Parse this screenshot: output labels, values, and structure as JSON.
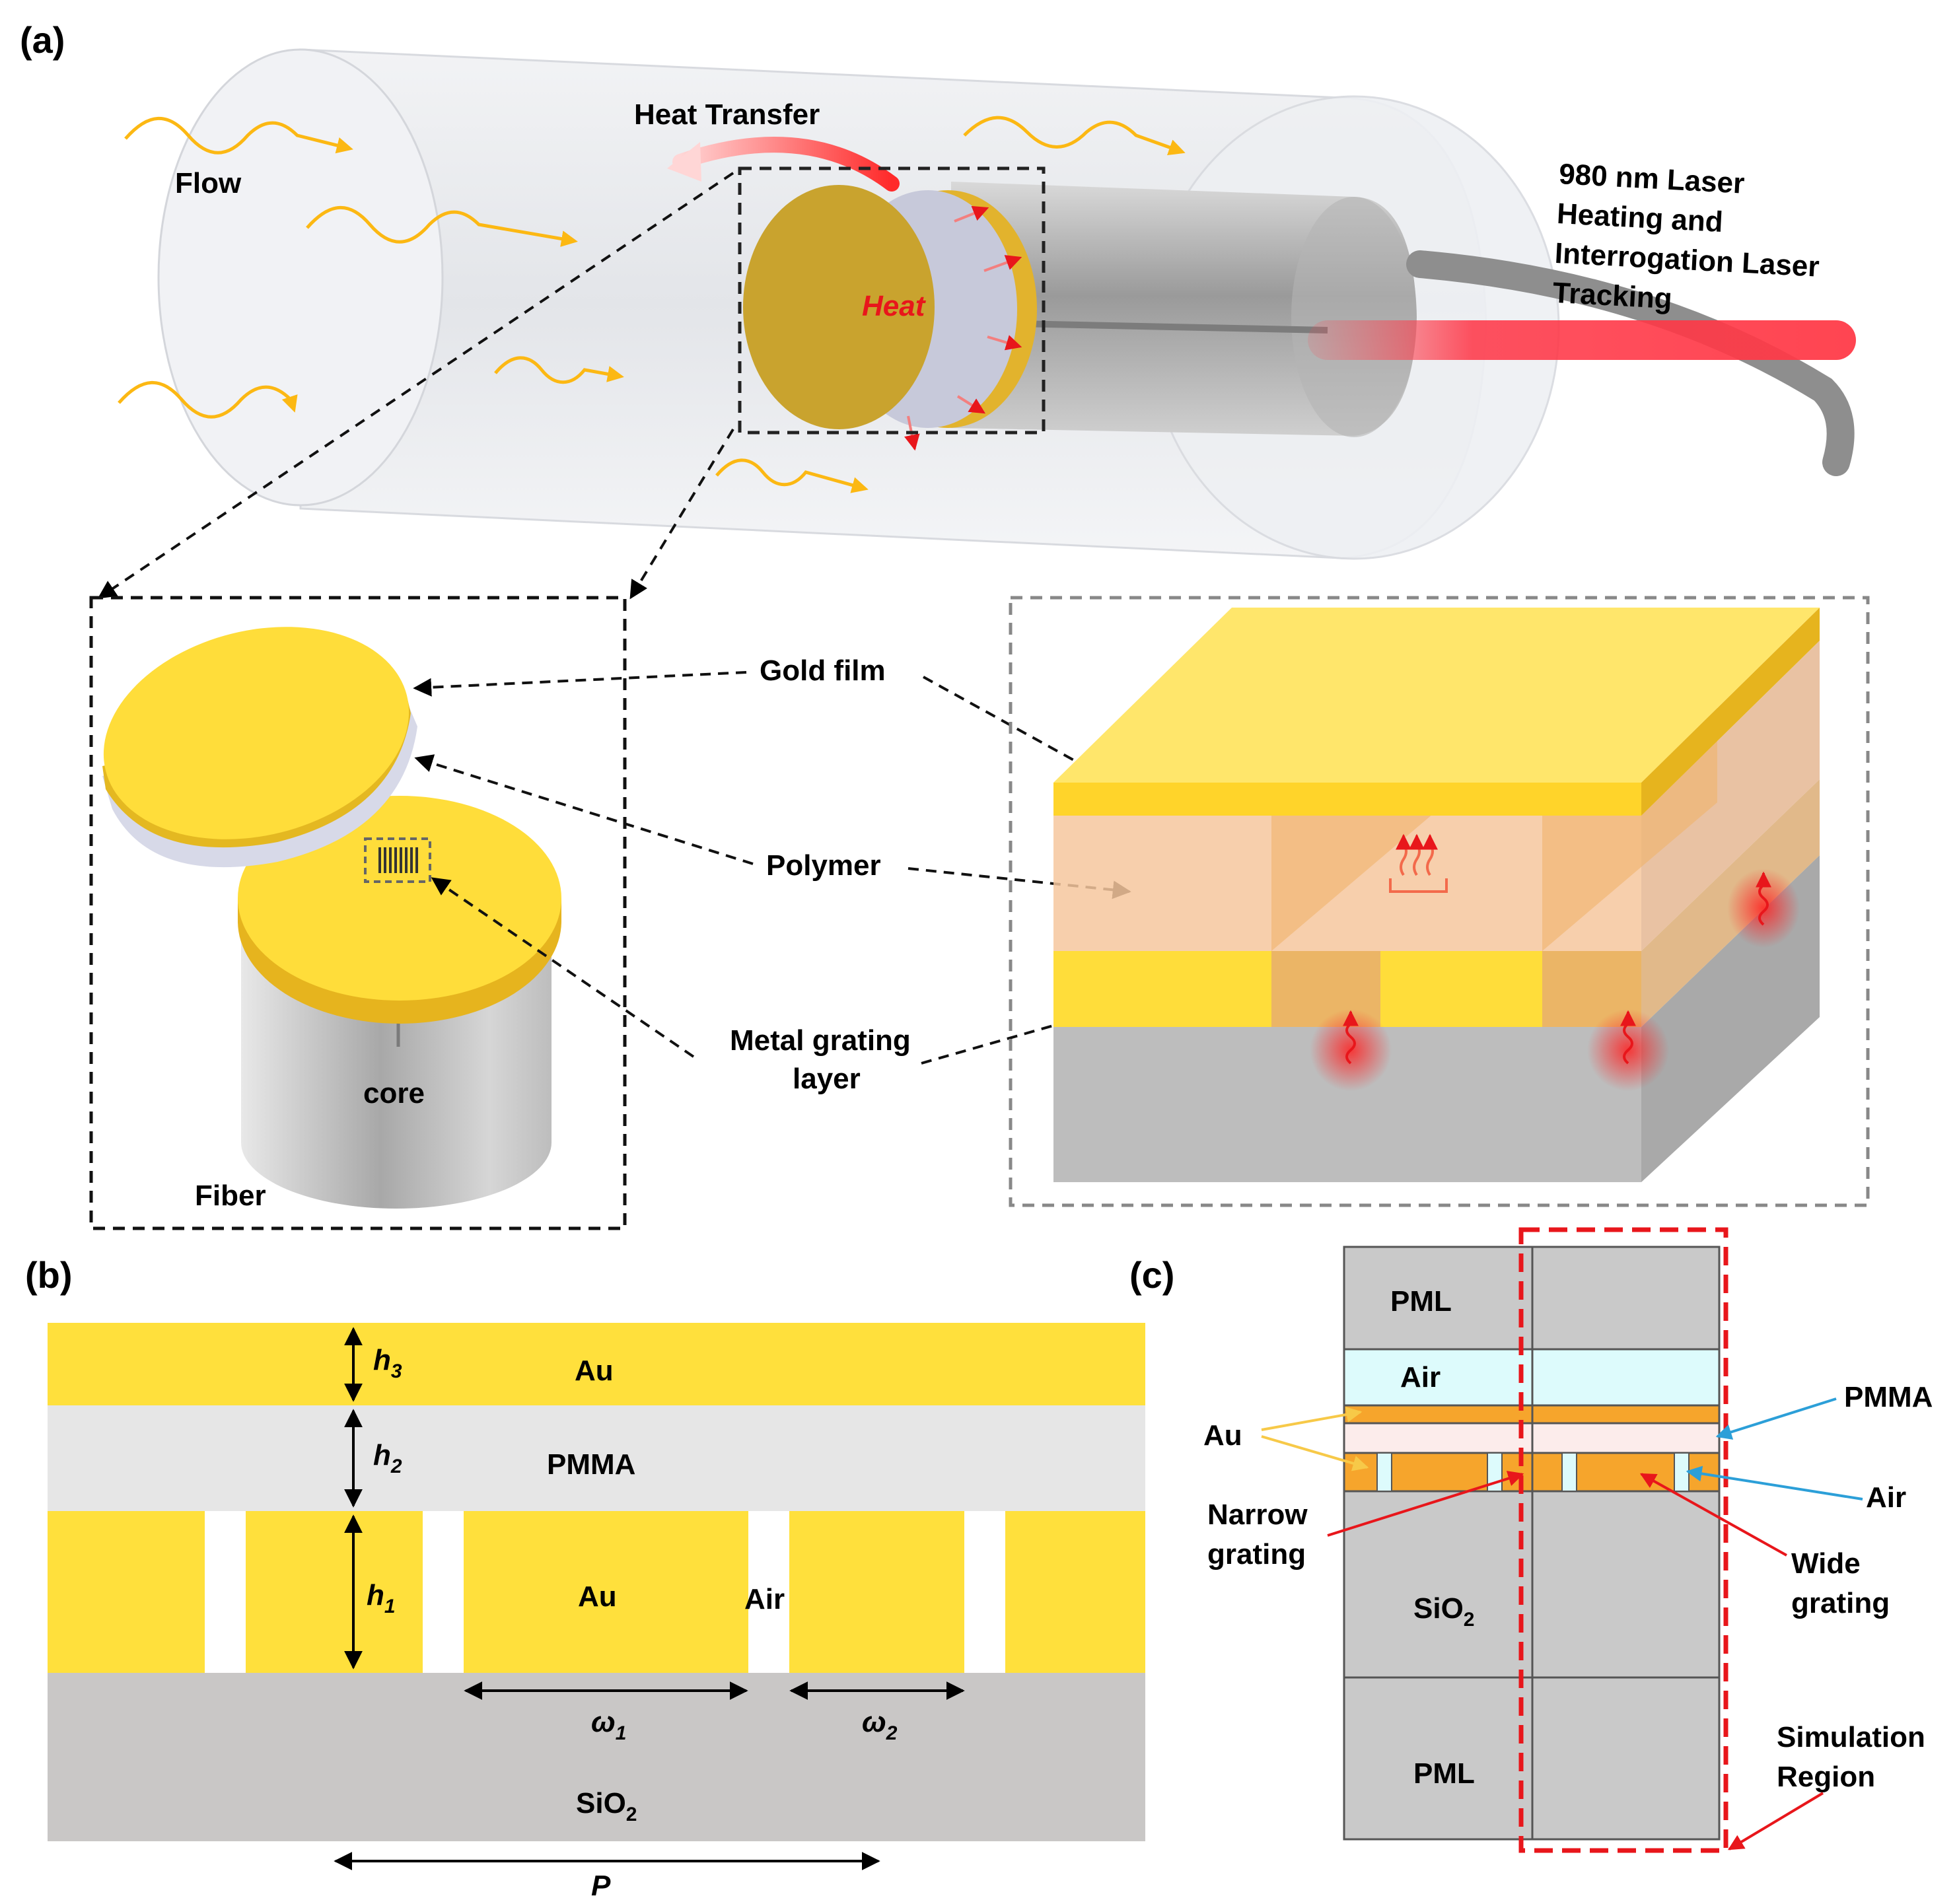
{
  "panel_a": {
    "label": "(a)",
    "flow": "Flow",
    "heat_transfer": "Heat Transfer",
    "heat": "Heat",
    "laser_line1": "980 nm Laser",
    "laser_line2": "Heating and",
    "laser_line3": "Interrogation Laser",
    "laser_line4": "Tracking",
    "gold_film": "Gold film",
    "polymer": "Polymer",
    "metal_grating_line1": "Metal grating",
    "metal_grating_line2": "layer",
    "core": "core",
    "fiber": "Fiber"
  },
  "panel_b": {
    "label": "(b)",
    "h3": "h",
    "h3_sub": "3",
    "h2": "h",
    "h2_sub": "2",
    "h1": "h",
    "h1_sub": "1",
    "au_top": "Au",
    "pmma": "PMMA",
    "au_grating": "Au",
    "air": "Air",
    "w1": "ω",
    "w1_sub": "1",
    "w2": "ω",
    "w2_sub": "2",
    "sio2": "SiO",
    "sio2_sub": "2",
    "period": "P"
  },
  "panel_c": {
    "label": "(c)",
    "pml_top": "PML",
    "air_top": "Air",
    "pmma": "PMMA",
    "au": "Au",
    "air": "Air",
    "narrow_line1": "Narrow",
    "narrow_line2": "grating",
    "wide_line1": "Wide",
    "wide_line2": "grating",
    "sio2": "SiO",
    "sio2_sub": "2",
    "pml_bottom": "PML",
    "sim_line1": "Simulation",
    "sim_line2": "Region"
  },
  "colors": {
    "gold": "#FFE03C",
    "orange": "#F6A52C",
    "pmma_gray": "#E6E6E6",
    "substrate_gray": "#C9C9C9",
    "air_cyan": "#DDFBFC",
    "pmma_pink": "#FCECEB",
    "red_arrow": "#E8161B",
    "blue_arrow": "#2C9FD8",
    "flow_arrow": "#FCB813"
  }
}
